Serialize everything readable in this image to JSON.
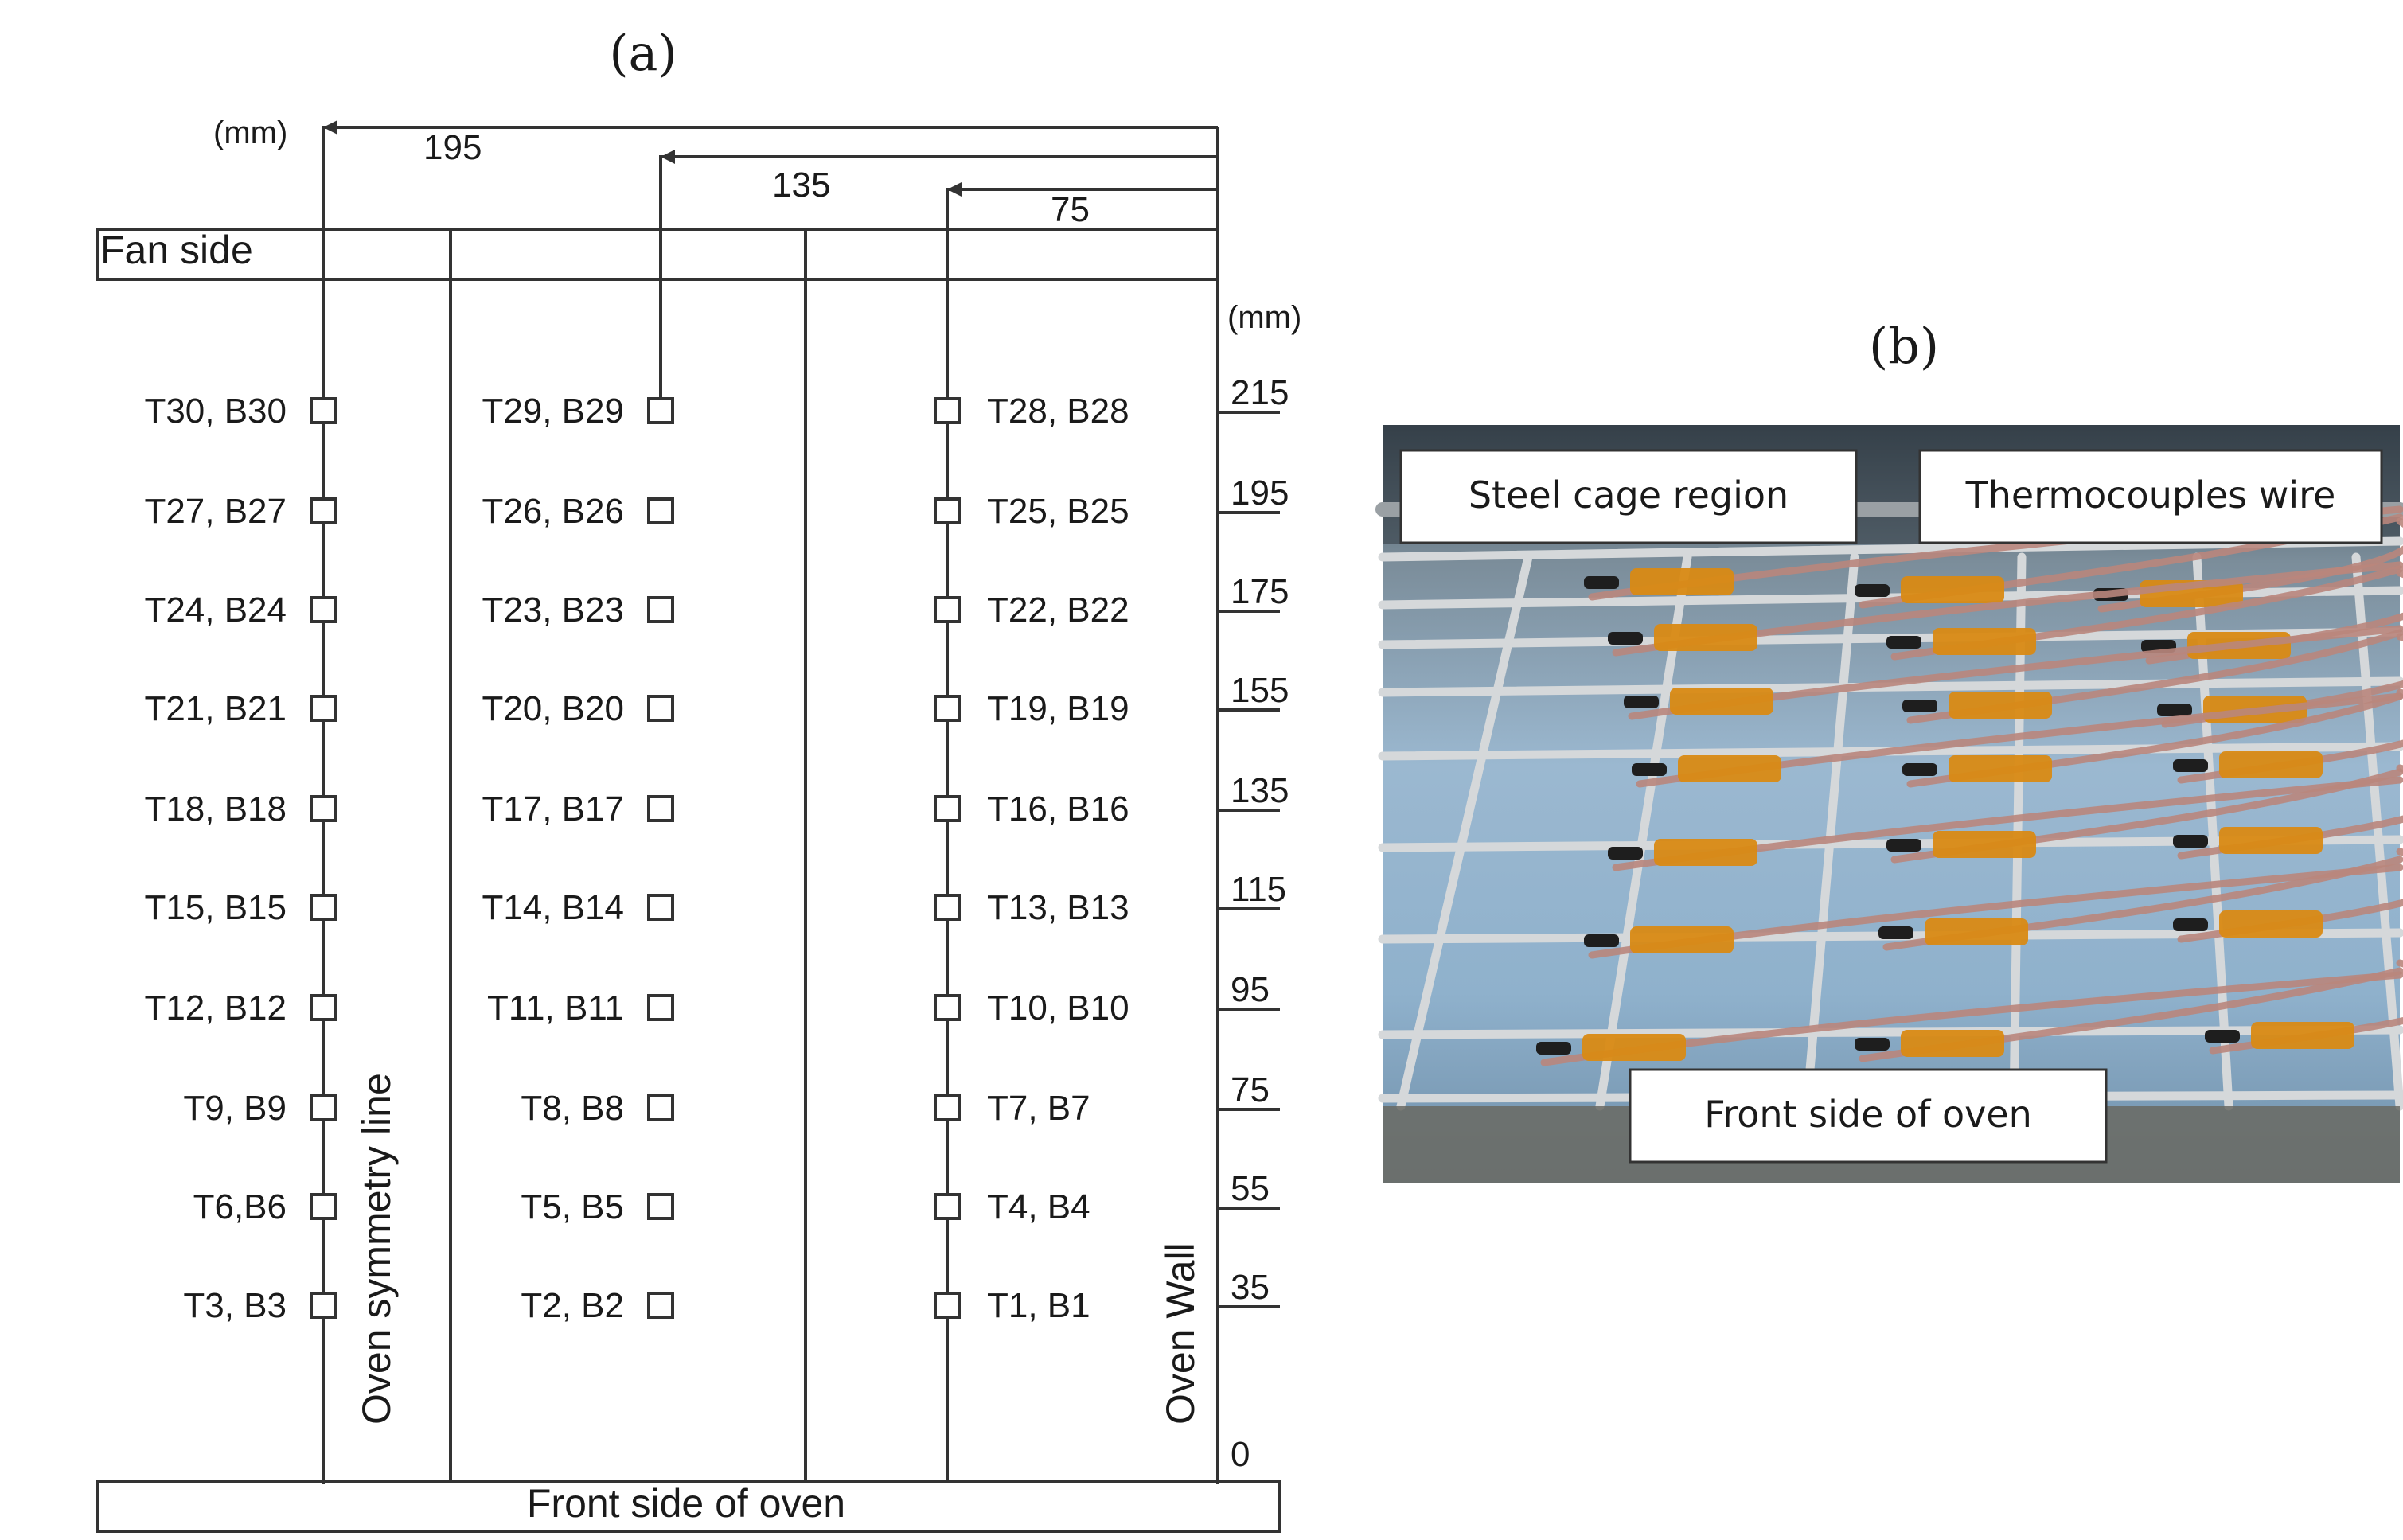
{
  "panel_a": {
    "label": "(a)",
    "top_unit": "(mm)",
    "distances": [
      "195",
      "135",
      "75"
    ],
    "fan_side": "Fan side",
    "wall_unit": "(mm)",
    "wall_scale": [
      "215",
      "195",
      "175",
      "155",
      "135",
      "115",
      "95",
      "75",
      "55",
      "35",
      "0"
    ],
    "symmetry_label": "Oven symmetry line",
    "wall_label": "Oven Wall",
    "front_label": "Front side of oven",
    "col_left": [
      "T30, B30",
      "T27, B27",
      "T24, B24",
      "T21, B21",
      "T18, B18",
      "T15, B15",
      "T12, B12",
      "T9, B9",
      "T6,B6",
      "T3, B3"
    ],
    "col_mid": [
      "T29, B29",
      "T26, B26",
      "T23, B23",
      "T20, B20",
      "T17, B17",
      "T14, B14",
      "T11, B11",
      "T8, B8",
      "T5, B5",
      "T2, B2"
    ],
    "col_right": [
      "T28, B28",
      "T25, B25",
      "T22, B22",
      "T19, B19",
      "T16, B16",
      "T13, B13",
      "T10, B10",
      "T7, B7",
      "T4, B4",
      "T1, B1"
    ]
  },
  "panel_b": {
    "label": "(b)",
    "callout_cage": "Steel cage region",
    "callout_wire": "Thermocouples wire",
    "callout_front": "Front side of oven"
  },
  "colors": {
    "line": "#333333",
    "tape": "#d98a14",
    "wire": "#b9867c",
    "steel": "#c9cdd0",
    "floor": "#8fb3d0"
  }
}
